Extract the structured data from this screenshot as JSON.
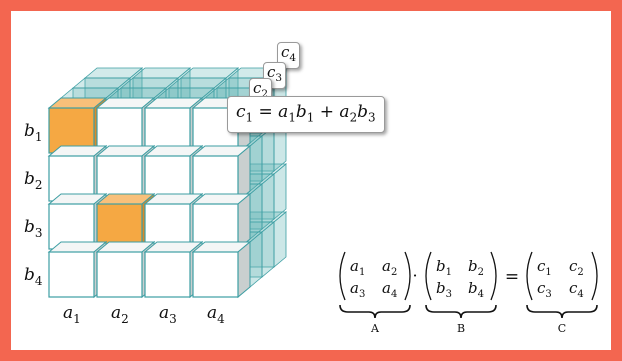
{
  "colors": {
    "frame": "#f36650",
    "highlight": "#f5a843",
    "cube_edge": "#3d9ea3",
    "back_cube": "#5fb3b3"
  },
  "row_labels": [
    {
      "base": "b",
      "sub": "1"
    },
    {
      "base": "b",
      "sub": "2"
    },
    {
      "base": "b",
      "sub": "3"
    },
    {
      "base": "b",
      "sub": "4"
    }
  ],
  "col_labels": [
    {
      "base": "a",
      "sub": "1"
    },
    {
      "base": "a",
      "sub": "2"
    },
    {
      "base": "a",
      "sub": "3"
    },
    {
      "base": "a",
      "sub": "4"
    }
  ],
  "highlighted_cells": [
    {
      "row": 1,
      "col": 1
    },
    {
      "row": 3,
      "col": 2
    }
  ],
  "callouts": {
    "c4": {
      "base": "c",
      "sub": "4"
    },
    "c3": {
      "base": "c",
      "sub": "3"
    },
    "c2": {
      "base": "c",
      "sub": "2"
    },
    "formula": {
      "lhs": {
        "base": "c",
        "sub": "1"
      },
      "equals": "=",
      "terms": [
        [
          {
            "base": "a",
            "sub": "1"
          },
          {
            "base": "b",
            "sub": "1"
          }
        ],
        [
          {
            "base": "a",
            "sub": "2"
          },
          {
            "base": "b",
            "sub": "3"
          }
        ]
      ],
      "plus": "+"
    }
  },
  "equation": {
    "matrices": [
      {
        "cells": [
          [
            "a",
            "1"
          ],
          [
            "a",
            "2"
          ],
          [
            "a",
            "3"
          ],
          [
            "a",
            "4"
          ]
        ],
        "label": "A"
      },
      {
        "cells": [
          [
            "b",
            "1"
          ],
          [
            "b",
            "2"
          ],
          [
            "b",
            "3"
          ],
          [
            "b",
            "4"
          ]
        ],
        "label": "B"
      },
      {
        "cells": [
          [
            "c",
            "1"
          ],
          [
            "c",
            "2"
          ],
          [
            "c",
            "3"
          ],
          [
            "c",
            "4"
          ]
        ],
        "label": "C"
      }
    ],
    "dot": "·",
    "equals": "="
  }
}
